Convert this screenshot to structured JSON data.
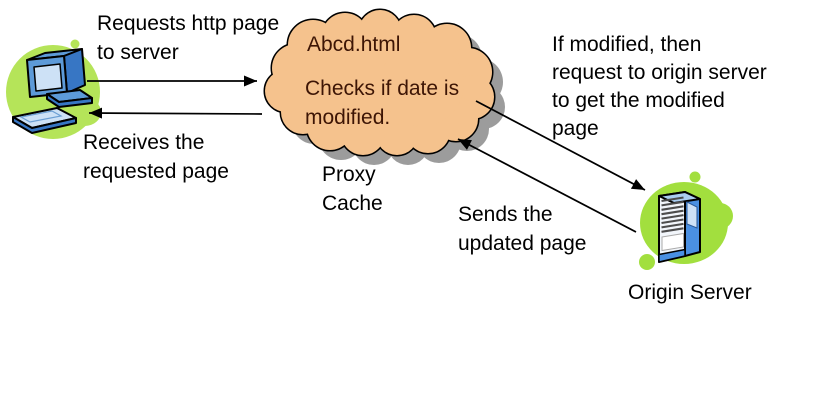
{
  "colors": {
    "cloud_fill": "#f5c28d",
    "shadow_gray": "#9c9c9c",
    "blob_green": "#b5e459",
    "blob_green_dark": "#a2df3e",
    "computer_blue": "#5d9ad8",
    "computer_blue_dark": "#3776c4",
    "computer_blue_light": "#cde1f6",
    "server_face": "#f2f6fb",
    "server_side_blue": "#4a90e2",
    "server_top_blue": "#aacdf0",
    "arrow_black": "#000000",
    "label_black": "#000000",
    "cloud_text_maroon": "#3d1505"
  },
  "nodes": {
    "client": {
      "icon": "desktop-computer-icon"
    },
    "proxy": {
      "icon": "cloud-shape",
      "file_label": "Abcd.html",
      "status_label": "Checks if date is\nmodified.",
      "caption": "Proxy\nCache"
    },
    "origin": {
      "icon": "server-tower-icon",
      "caption": "Origin Server"
    }
  },
  "edges": {
    "request": {
      "from": "client",
      "to": "proxy",
      "label": "Requests http page\nto server"
    },
    "receive": {
      "from": "proxy",
      "to": "client",
      "label": "Receives the\nrequested page"
    },
    "forward": {
      "from": "proxy",
      "to": "origin",
      "label": "If modified, then\nrequest to origin server\nto get the modified\npage"
    },
    "send_updated": {
      "from": "origin",
      "to": "proxy",
      "label": "Sends the\nupdated page"
    }
  }
}
